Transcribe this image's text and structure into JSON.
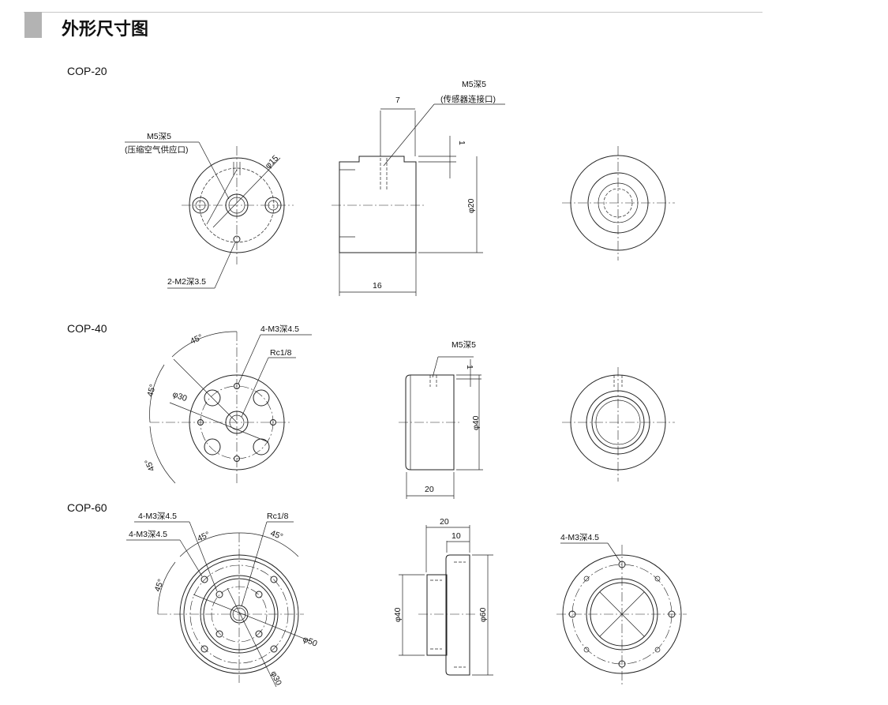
{
  "header": {
    "title": "外形尺寸图"
  },
  "models": [
    {
      "name": "COP-20",
      "labels": {
        "front_port": "M5深5",
        "front_port_desc": "(压缩空气供应口)",
        "front_dia": "φ15",
        "front_holes": "2-M2深3.5",
        "side_port": "M5深5",
        "side_port_desc": "(传感器连接口)",
        "side_dim_top": "7",
        "side_dim_step": "1",
        "side_dia": "φ20",
        "side_length": "16"
      }
    },
    {
      "name": "COP-40",
      "labels": {
        "angle_top": "45°",
        "angle_left": "45°",
        "angle_bottom": "45°",
        "front_holes": "4-M3深4.5",
        "front_port": "Rc1/8",
        "front_dia": "φ30",
        "side_port": "M5深5",
        "side_dim_step": "1",
        "side_dia": "φ40",
        "side_length": "20"
      }
    },
    {
      "name": "COP-60",
      "labels": {
        "front_holes_a": "4-M3深4.5",
        "front_holes_b": "4-M3深4.5",
        "front_port": "Rc1/8",
        "angle_a": "45°",
        "angle_b": "45°",
        "angle_c": "45°",
        "front_dia_outer": "φ50",
        "front_dia_inner": "φ30",
        "side_length": "20",
        "side_flange": "10",
        "side_dia_body": "φ40",
        "side_dia_flange": "φ60",
        "rear_holes": "4-M3深4.5"
      }
    }
  ]
}
